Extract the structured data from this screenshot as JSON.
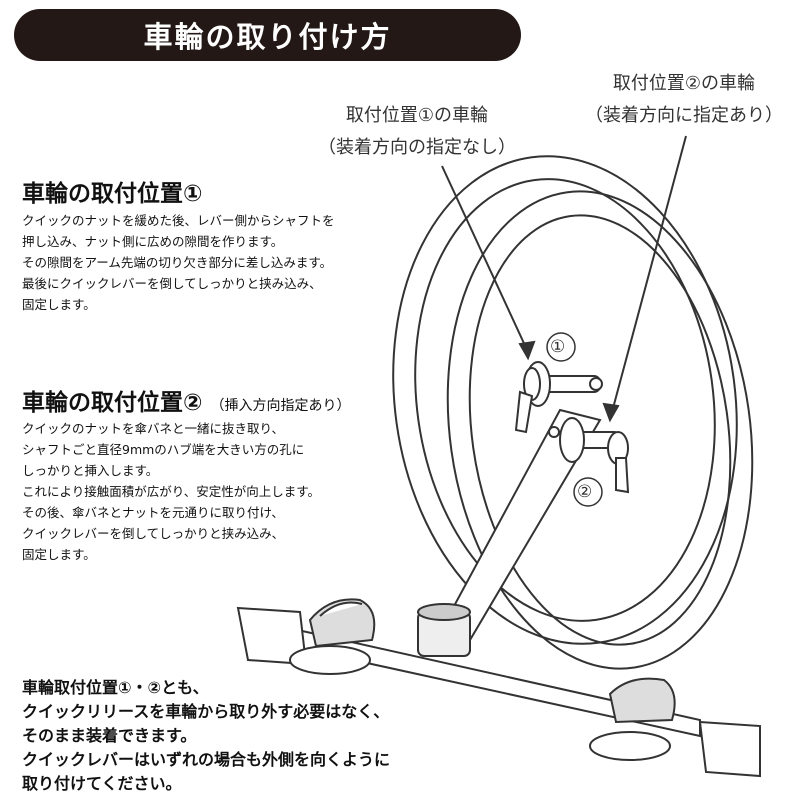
{
  "title": "車輪の取り付け方",
  "callouts": {
    "position1": {
      "line1": "取付位置①の車輪",
      "line2": "（装着方向の指定なし）"
    },
    "position2": {
      "line1": "取付位置②の車輪",
      "line2": "（装着方向に指定あり）"
    }
  },
  "diagram_labels": {
    "one": "①",
    "two": "②"
  },
  "section1": {
    "heading": "車輪の取付位置①",
    "lines": [
      "クイックのナットを緩めた後、レバー側からシャフトを",
      "押し込み、ナット側に広めの隙間を作ります。",
      "その隙間をアーム先端の切り欠き部分に差し込みます。",
      "最後にクイックレバーを倒してしっかりと挟み込み、",
      "固定します。"
    ]
  },
  "section2": {
    "heading": "車輪の取付位置②",
    "subheading": "（挿入方向指定あり）",
    "lines": [
      "クイックのナットを傘バネと一緒に抜き取り、",
      "シャフトごと直径9mmのハブ端を大きい方の孔に",
      "しっかりと挿入します。",
      "これにより接触面積が広がり、安定性が向上します。",
      "その後、傘バネとナットを元通りに取り付け、",
      "クイックレバーを倒してしっかりと挟み込み、",
      "固定します。"
    ]
  },
  "bottom_note": {
    "lines": [
      "車輪取付位置①・②とも、",
      "クイックリリースを車輪から取り外す必要はなく、",
      "そのまま装着できます。",
      "クイックレバーはいずれの場合も外側を向くように",
      "取り付けてください。"
    ]
  }
}
